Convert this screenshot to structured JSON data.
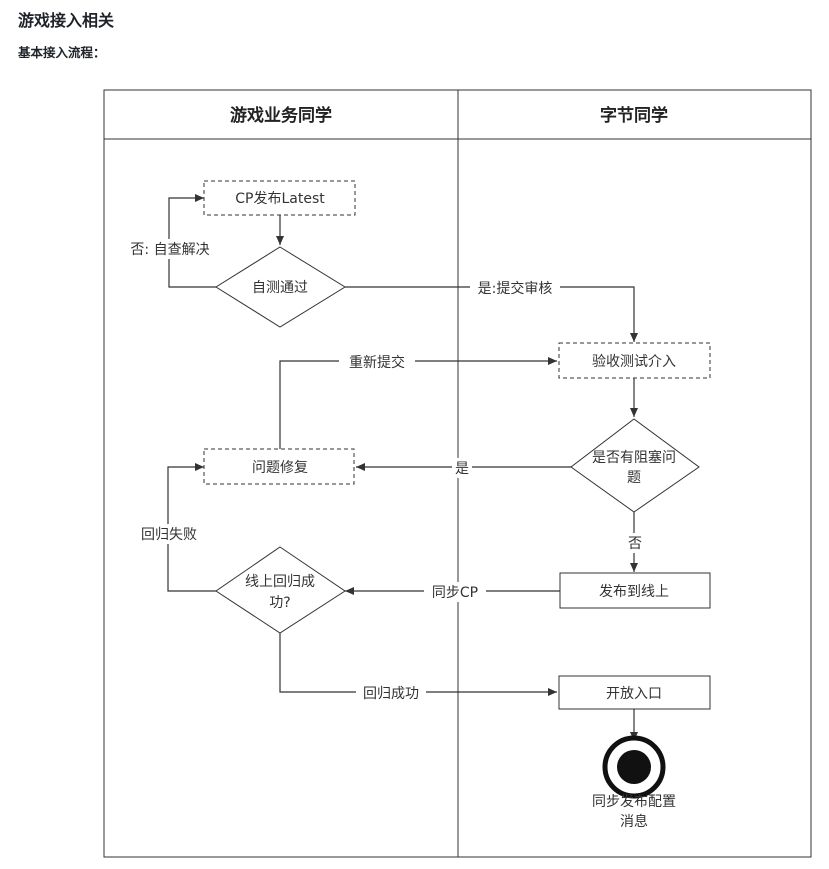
{
  "doc": {
    "title": "游戏接入相关",
    "subtitle": "基本接入流程："
  },
  "lanes": {
    "left": "游戏业务同学",
    "right": "字节同学"
  },
  "nodes": {
    "cp_publish": "CP发布Latest",
    "self_test": "自测通过",
    "acceptance": "验收测试介入",
    "blocking_q1": "是否有阻塞问",
    "blocking_q2": "题",
    "fix": "问题修复",
    "publish_online": "发布到线上",
    "regress_q1": "线上回归成",
    "regress_q2": "功?",
    "open_entry": "开放入口",
    "end_label1": "同步发布配置",
    "end_label2": "消息"
  },
  "edges": {
    "self_fix": "否: 自查解决",
    "submit_review": "是:提交审核",
    "resubmit": "重新提交",
    "yes": "是",
    "no": "否",
    "sync_cp": "同步CP",
    "regress_fail": "回归失败",
    "regress_ok": "回归成功"
  }
}
